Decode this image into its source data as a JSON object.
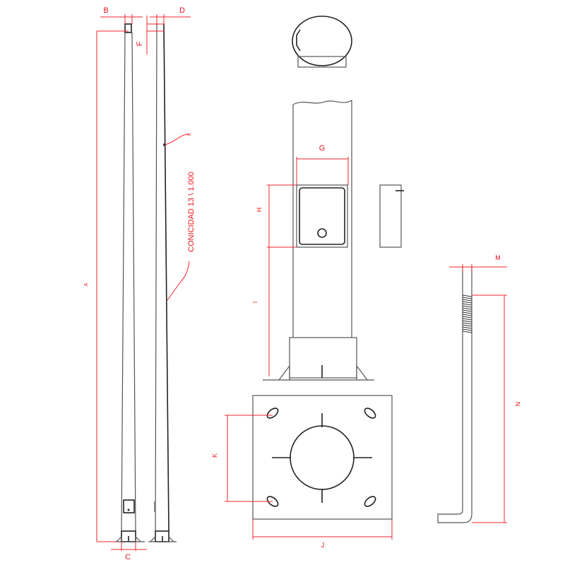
{
  "labels": {
    "A": "A",
    "B": "B",
    "C": "C",
    "D": "D",
    "E": "E",
    "F": "F",
    "G": "G",
    "H": "H",
    "I": "I",
    "J": "J",
    "K": "K",
    "M": "M",
    "N": "N",
    "taper": "CONICIDAD 13 \\ 1.000"
  },
  "colors": {
    "dimension": "#f0262c",
    "outline": "#555555"
  }
}
